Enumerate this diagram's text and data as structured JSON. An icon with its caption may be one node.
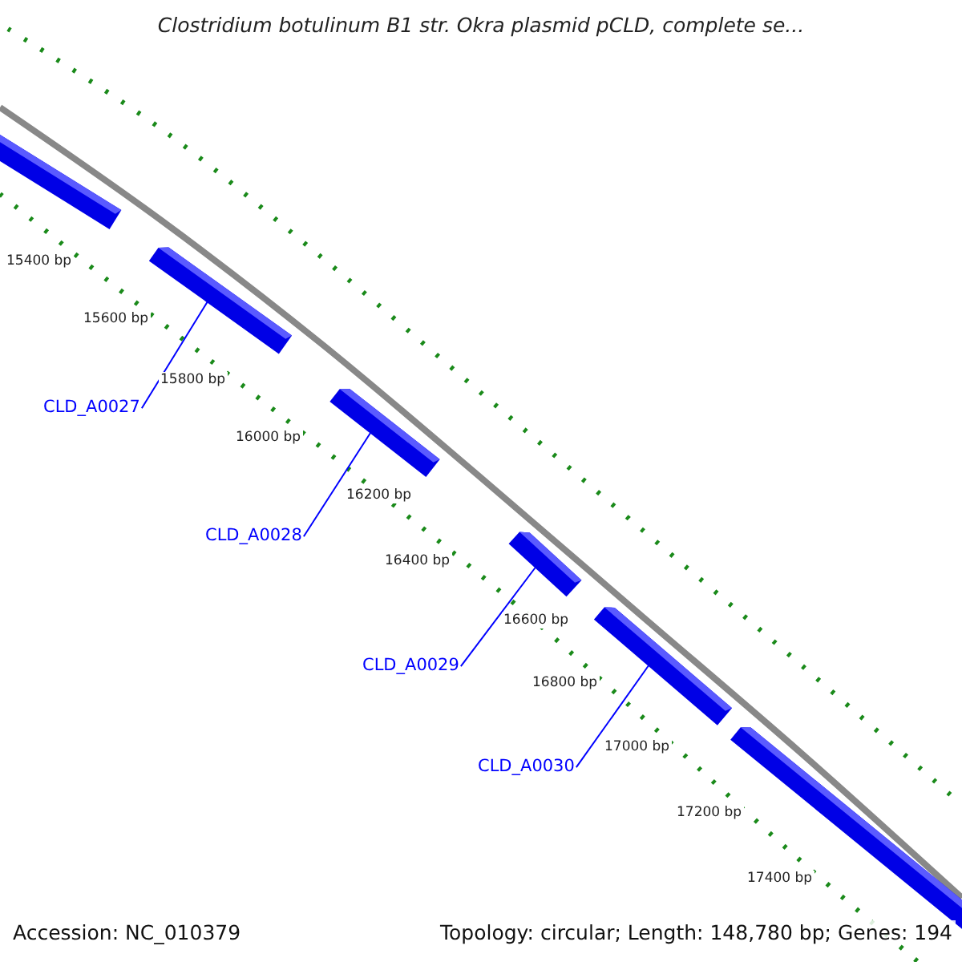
{
  "diagram": {
    "title": "Clostridium botulinum B1 str. Okra plasmid pCLD, complete se...",
    "nodes": [
      {
        "text": [
          "CLD_A0027"
        ]
      },
      {
        "text": [
          "CLD_A0028"
        ]
      },
      {
        "text": [
          "CLD_A0029"
        ]
      },
      {
        "text": [
          "CLD_A0030"
        ]
      },
      {
        "text": [],
        "shape": "bar"
      },
      {
        "text": [],
        "shape": "bar"
      },
      {
        "text": [],
        "shape": "bar"
      },
      {
        "text": [],
        "shape": "bar"
      },
      {
        "text": [],
        "shape": "bar"
      },
      {
        "text": [],
        "shape": "bar"
      }
    ],
    "edges": [
      {
        "from": 0,
        "to": 5,
        "arrow": "none"
      },
      {
        "from": 1,
        "to": 6,
        "arrow": "none"
      },
      {
        "from": 2,
        "to": 7,
        "arrow": "none"
      },
      {
        "from": 3,
        "to": 8,
        "arrow": "none"
      }
    ],
    "labels": [
      "15400 bp",
      "15600 bp",
      "15800 bp",
      "16000 bp",
      "16200 bp",
      "16400 bp",
      "16600 bp",
      "16800 bp",
      "17000 bp",
      "17200 bp",
      "17400 bp",
      "Accession: NC_010379",
      "Topology: circular; Length: 148,780 bp; Genes: 194"
    ]
  }
}
